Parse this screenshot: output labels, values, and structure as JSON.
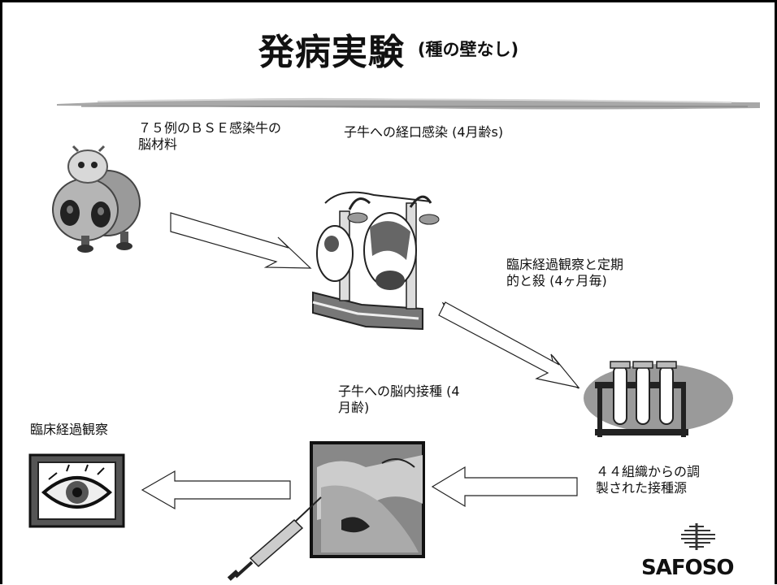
{
  "title": "発病実験",
  "subtitle": "(種の壁なし)",
  "labels": {
    "source": "７５例のＢＳＥ感染牛の",
    "source2": "脳材料",
    "oral": "子牛への経口感染 (4月齢s)",
    "observe_kill": "臨床経過観察と定期",
    "observe_kill2": "的と殺 (4ヶ月毎)",
    "intracerebral": "子牛への脳内接種 (4",
    "intracerebral2": "月齢)",
    "tissues": "４４組織からの調",
    "tissues2": "製された接種源",
    "clinical": "臨床経過観察"
  },
  "logo": "SAFOSO",
  "icons": [
    "cow-cartoon-icon",
    "calves-icon",
    "test-tubes-icon",
    "cow-injection-icon",
    "syringe-icon",
    "eye-monitor-icon",
    "safoso-logo"
  ]
}
